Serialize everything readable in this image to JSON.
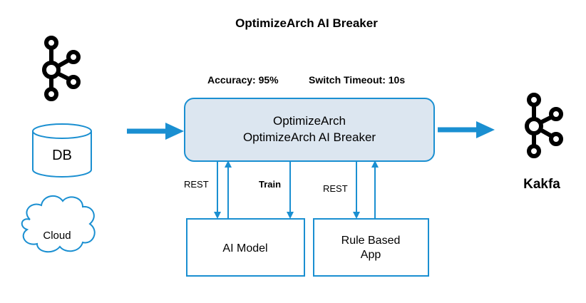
{
  "title": "OptimizeArch AI Breaker",
  "metrics": {
    "accuracy": "Accuracy: 95%",
    "switch_timeout": "Switch Timeout: 10s"
  },
  "main_box": {
    "line1": "OptimizeArch",
    "line2": "OptimizeArch AI Breaker"
  },
  "sources": {
    "db_label": "DB",
    "cloud_label": "Cloud"
  },
  "sink": {
    "label": "Kakfa"
  },
  "ai_model": {
    "label": "AI Model",
    "rest_label": "REST",
    "train_label": "Train"
  },
  "rule_app": {
    "label_line1": "Rule Based",
    "label_line2": "App",
    "rest_label": "REST"
  },
  "colors": {
    "arrow": "#1a8fd1",
    "main_fill": "#dce6f0",
    "main_stroke": "#1a8fd1",
    "box_stroke": "#1a8fd1",
    "icon": "#000000"
  },
  "icons": {
    "source_icon": "kafka-icon",
    "sink_icon": "kafka-icon",
    "db_icon": "database-cylinder-icon",
    "cloud_icon": "cloud-icon"
  }
}
